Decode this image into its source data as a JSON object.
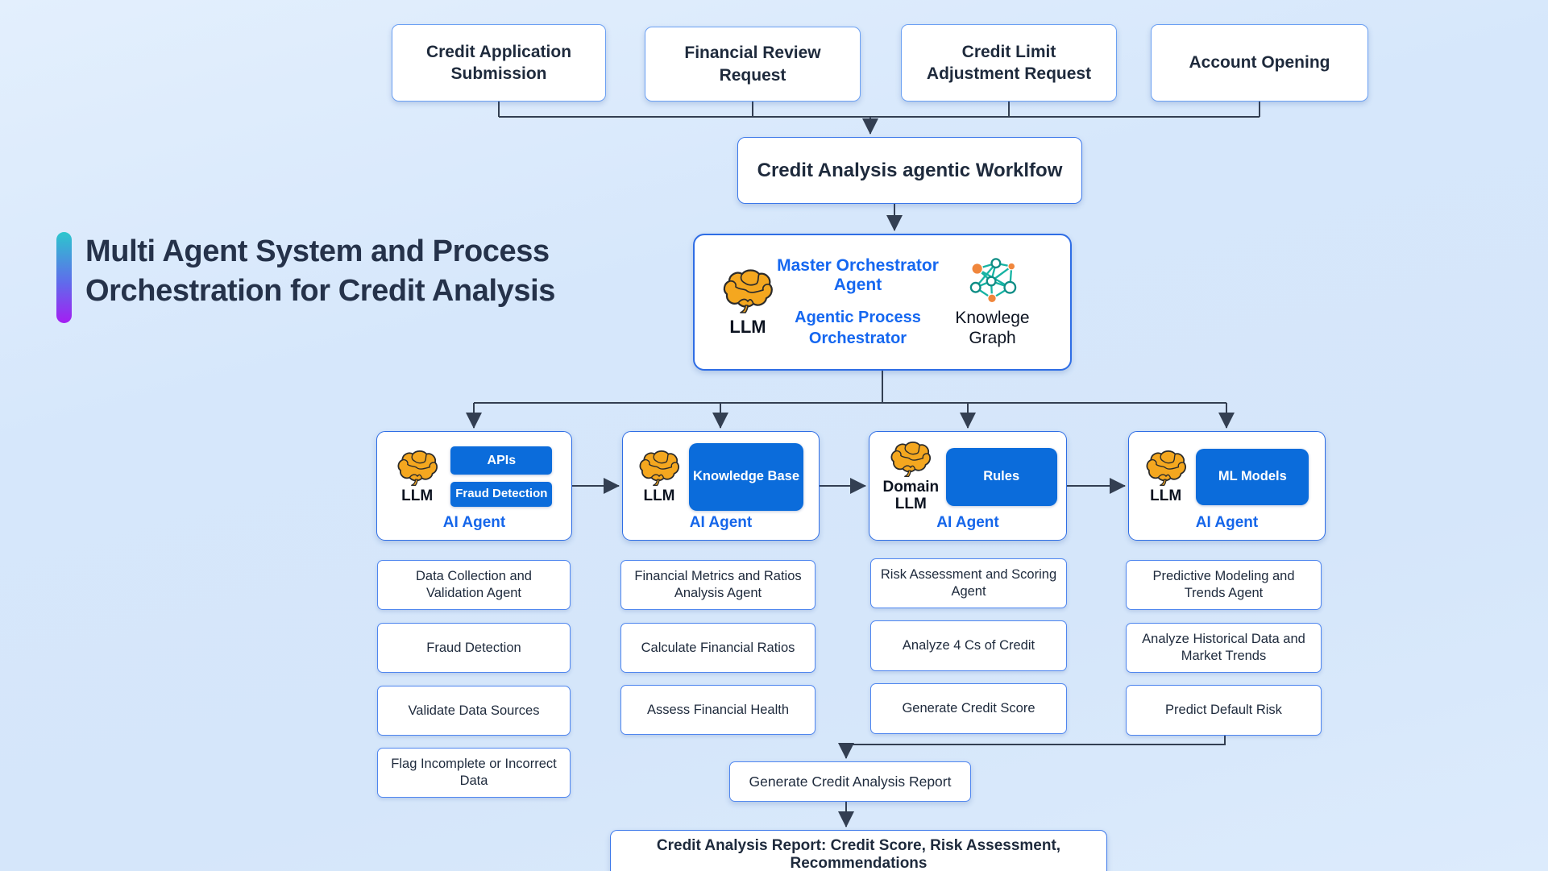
{
  "title": "Multi Agent System and Process Orchestration for Credit Analysis",
  "entry_nodes": [
    "Credit Application Submission",
    "Financial Review Request",
    "Credit Limit Adjustment Request",
    "Account Opening"
  ],
  "workflow_node": "Credit Analysis agentic Worklfow",
  "orchestrator": {
    "llm_label": "LLM",
    "title": "Master Orchestrator Agent",
    "subtitle": "Agentic Process Orchestrator",
    "kg_label": "Knowlege Graph",
    "icons": [
      "brain-icon",
      "knowledge-graph-icon"
    ]
  },
  "agents": [
    {
      "llm": "LLM",
      "icon": "brain-icon",
      "tools": [
        "APIs",
        "Fraud Detection"
      ],
      "label": "AI Agent",
      "tasks": [
        "Data Collection and Validation Agent",
        "Fraud Detection",
        "Validate Data Sources",
        "Flag Incomplete or Incorrect Data"
      ]
    },
    {
      "llm": "LLM",
      "icon": "brain-icon",
      "tools": [
        "Knowledge Base"
      ],
      "label": "AI Agent",
      "tasks": [
        "Financial Metrics and Ratios Analysis Agent",
        "Calculate Financial Ratios",
        "Assess Financial Health"
      ]
    },
    {
      "llm": "Domain LLM",
      "icon": "brain-icon",
      "tools": [
        "Rules"
      ],
      "label": "AI Agent",
      "tasks": [
        "Risk Assessment and Scoring Agent",
        "Analyze 4 Cs of Credit",
        "Generate Credit Score"
      ]
    },
    {
      "llm": "LLM",
      "icon": "brain-icon",
      "tools": [
        "ML Models"
      ],
      "label": "AI Agent",
      "tasks": [
        "Predictive Modeling and Trends Agent",
        "Analyze Historical Data and Market Trends",
        "Predict Default Risk"
      ]
    }
  ],
  "outputs": {
    "generate": "Generate Credit Analysis Report",
    "final": "Credit Analysis Report: Credit Score, Risk Assessment, Recommendations"
  },
  "colors": {
    "background": "#d6e7fb",
    "node_fill": "#ffffff",
    "node_border": "#2e6de5",
    "light_border": "#6ba0f3",
    "tool_blue": "#0b6cdb",
    "accent_text_blue": "#1567f0",
    "dark_text": "#1e2a3c",
    "connector": "#333f52",
    "brain_orange": "#f4a71f",
    "graph_teal": "#17b3a3",
    "graph_orange": "#f0863c",
    "title_bar_gradient": [
      "#2cc7cd",
      "#a41ef2"
    ]
  }
}
